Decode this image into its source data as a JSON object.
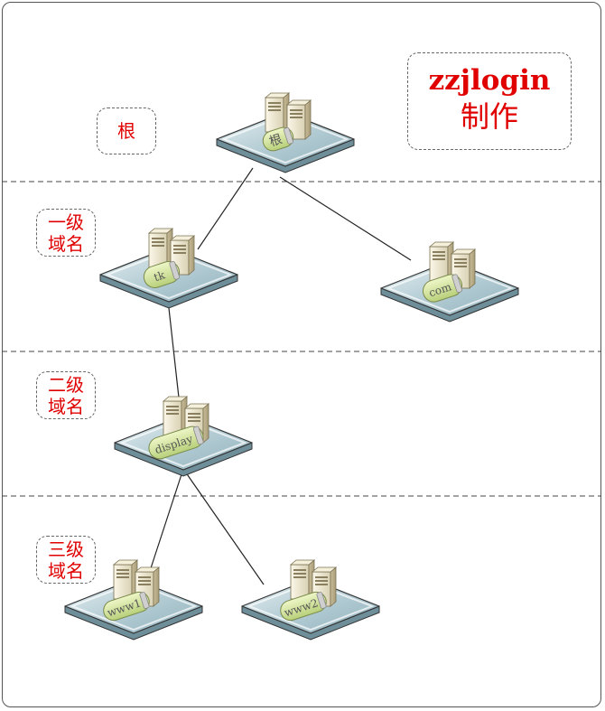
{
  "credit": {
    "line1": "zzjlogin",
    "line2": "制作"
  },
  "levels": [
    {
      "line1": "根",
      "line2": ""
    },
    {
      "line1": "一级",
      "line2": "域名"
    },
    {
      "line1": "二级",
      "line2": "域名"
    },
    {
      "line1": "三级",
      "line2": "域名"
    }
  ],
  "nodes": [
    {
      "id": "root",
      "label": "根"
    },
    {
      "id": "tk",
      "label": "tk"
    },
    {
      "id": "com",
      "label": "com"
    },
    {
      "id": "display",
      "label": "display"
    },
    {
      "id": "www1",
      "label": "www1"
    },
    {
      "id": "www2",
      "label": "www2"
    }
  ],
  "edges": [
    {
      "from": "root",
      "to": "tk"
    },
    {
      "from": "root",
      "to": "com"
    },
    {
      "from": "tk",
      "to": "display"
    },
    {
      "from": "display",
      "to": "www1"
    },
    {
      "from": "display",
      "to": "www2"
    }
  ]
}
